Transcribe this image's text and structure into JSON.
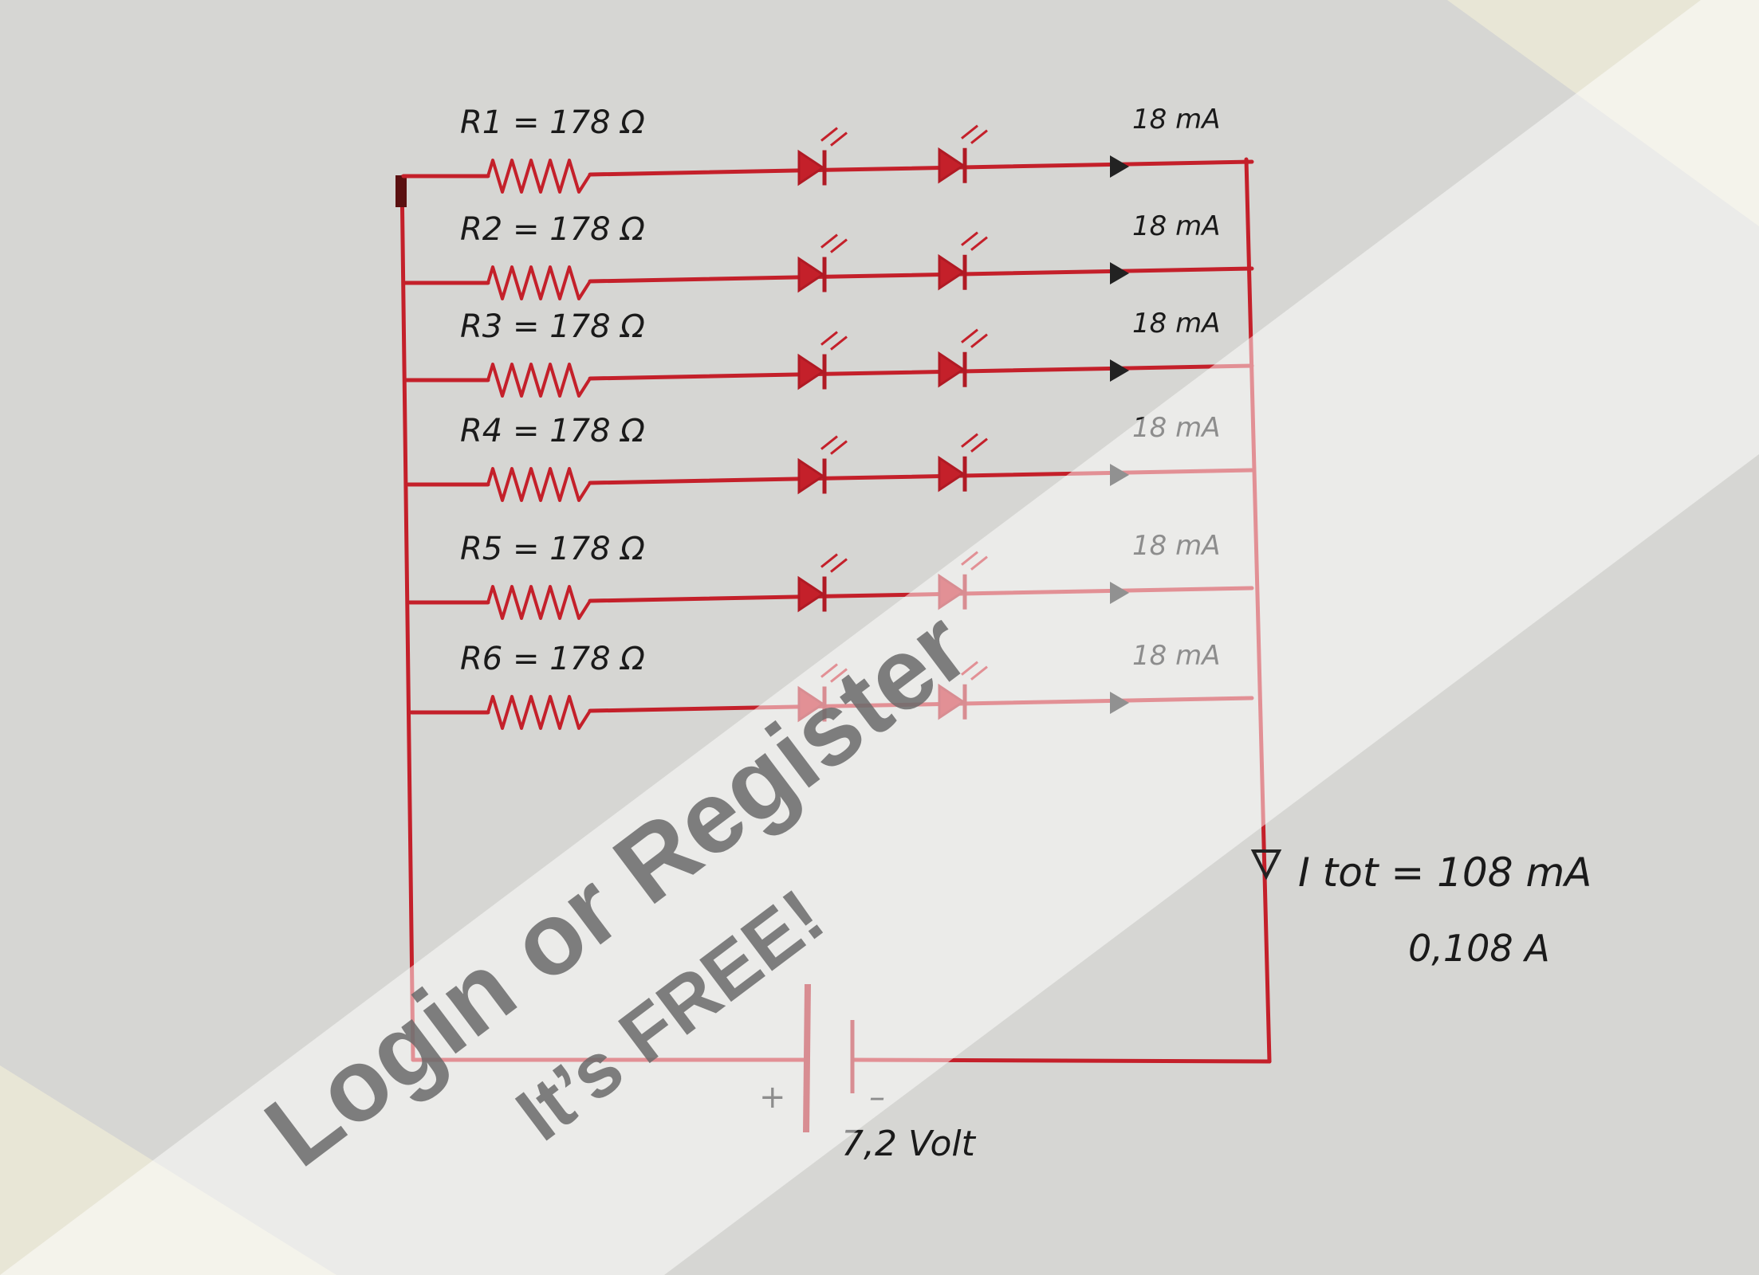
{
  "diagram": {
    "branches": [
      {
        "resistor_label": "R1 = 178 Ω",
        "current_label": "18 mA"
      },
      {
        "resistor_label": "R2 = 178 Ω",
        "current_label": "18 mA"
      },
      {
        "resistor_label": "R3 = 178 Ω",
        "current_label": "18 mA"
      },
      {
        "resistor_label": "R4 = 178 Ω",
        "current_label": "18 mA"
      },
      {
        "resistor_label": "R5 = 178 Ω",
        "current_label": "18 mA"
      },
      {
        "resistor_label": "R6 = 178 Ω",
        "current_label": "18 mA"
      }
    ],
    "total_current_label": "I tot = 108 mA",
    "total_current_amps": "0,108 A",
    "battery": {
      "plus": "+",
      "minus": "–",
      "voltage": "7,2 Volt"
    },
    "wire_color": "#c4202a"
  },
  "watermark": {
    "line1": "Login or Register",
    "line2": "It’s FREE!"
  }
}
